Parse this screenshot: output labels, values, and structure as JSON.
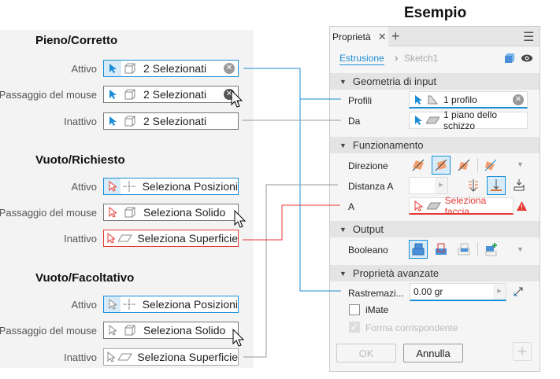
{
  "example_title": "Esempio",
  "states": {
    "active": "Attivo",
    "hover": "Passaggio del mouse",
    "inactive": "Inattivo"
  },
  "sections": [
    {
      "title": "Pieno/Corretto",
      "rows": [
        "2 Selezionati",
        "2 Selezionati",
        "2 Selezionati"
      ]
    },
    {
      "title": "Vuoto/Richiesto",
      "rows": [
        "Seleziona Posizioni",
        "Seleziona Solido",
        "Seleziona Superficie"
      ]
    },
    {
      "title": "Vuoto/Facoltativo",
      "rows": [
        "Seleziona Posizioni",
        "Seleziona Solido",
        "Seleziona Superficie"
      ]
    }
  ],
  "panel": {
    "tab": "Proprietà",
    "close": "✕",
    "add": "+",
    "menu": "☰",
    "breadcrumb": {
      "current": "Estrusione",
      "sep": "›",
      "parent": "Sketch1"
    },
    "geometry": {
      "header": "Geometria di input",
      "profili_label": "Profili",
      "profili_value": "1 profilo",
      "da_label": "Da",
      "da_value": "1 piano dello schizzo"
    },
    "behavior": {
      "header": "Funzionamento",
      "direzione_label": "Direzione",
      "distanza_label": "Distanza A",
      "distanza_value": "",
      "a_label": "A",
      "a_value": "Seleziona faccia"
    },
    "output": {
      "header": "Output",
      "booleano_label": "Booleano"
    },
    "advanced": {
      "header": "Proprietà avanzate",
      "taper_label": "Rastremazi...",
      "taper_value": "0.00 gr",
      "imate_label": "iMate",
      "imate_checked": false,
      "match_label": "Forma corrispondente",
      "match_checked": true
    },
    "buttons": {
      "ok": "OK",
      "cancel": "Annulla",
      "add": "+"
    }
  },
  "colors": {
    "accent": "#1a8dd6",
    "error": "#e53935"
  }
}
